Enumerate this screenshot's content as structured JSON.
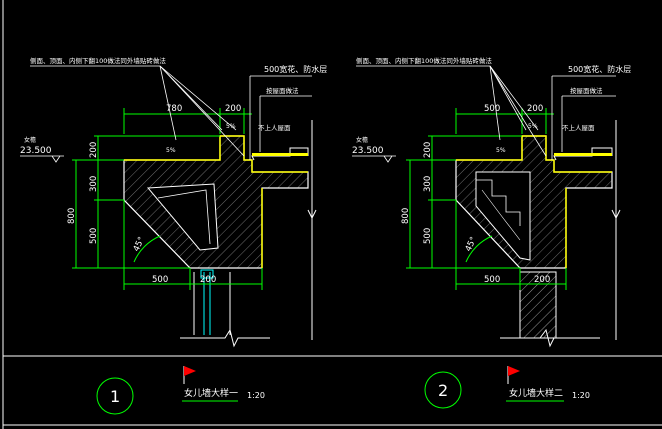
{
  "colors": {
    "background": "#000000",
    "wall": "#ffffff",
    "dimension": "#00ff00",
    "annotation": "#ffffff",
    "waterproof": "#ffff00",
    "hatch": "#9a9a9a",
    "title_circle": "#00ff00",
    "flag": "#ff0000",
    "steel": "#00ffff"
  },
  "detail1": {
    "note_main": "侧面、顶面、内侧下翻100做法同外墙贴砖做法",
    "note_insulation": "500宽花、防水层",
    "note_roof": "按屋面做法",
    "note_slope": "不上人屋面",
    "elev_label": "女檐",
    "elev_value": "23.500",
    "slope_a": "5%",
    "slope_b": "5%",
    "dim_top_780": "780",
    "dim_top_200": "200",
    "dim_v_200": "200",
    "dim_v_300": "300",
    "dim_v_500": "500",
    "dim_v_800": "800",
    "dim_b_500": "500",
    "dim_b_200": "200",
    "angle": "45°",
    "number": "1",
    "title": "女儿墙大样一",
    "scale": "1:20"
  },
  "detail2": {
    "note_main": "侧面、顶面、内侧下翻100做法同外墙贴砖做法",
    "note_insulation": "500宽花、防水层",
    "note_roof": "按屋面做法",
    "note_slope": "不上人屋面",
    "elev_label": "女檐",
    "elev_value": "23.500",
    "slope_a": "5%",
    "slope_b": "5%",
    "dim_top_500": "500",
    "dim_top_200": "200",
    "dim_v_200": "200",
    "dim_v_300": "300",
    "dim_v_500": "500",
    "dim_v_800": "800",
    "dim_b_500": "500",
    "dim_b_200": "200",
    "angle": "45°",
    "number": "2",
    "title": "女儿墙大样二",
    "scale": "1:20"
  }
}
